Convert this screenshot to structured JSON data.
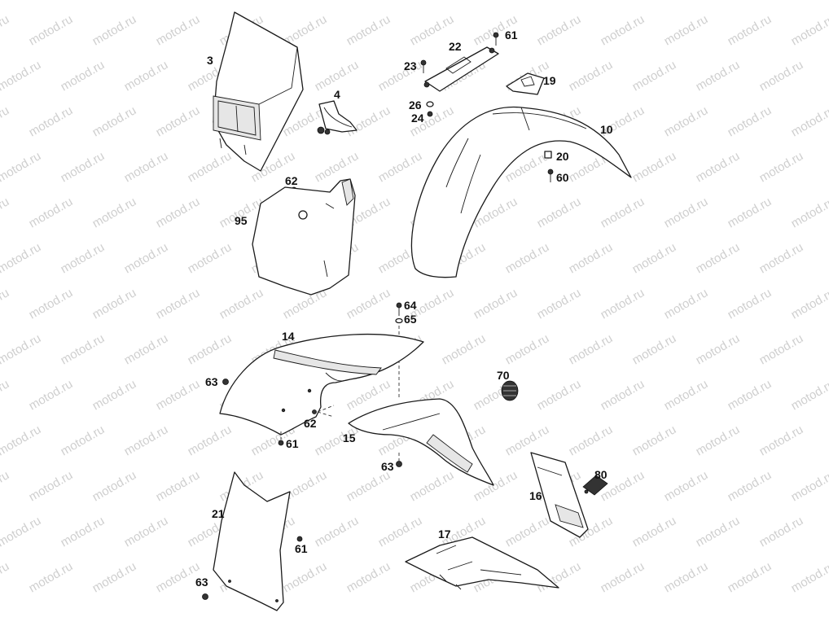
{
  "watermark": "motod.ru",
  "labels": {
    "p3": "3",
    "p4": "4",
    "p22": "22",
    "p61a": "61",
    "p23": "23",
    "p19": "19",
    "p26": "26",
    "p24": "24",
    "p10": "10",
    "p20": "20",
    "p60": "60",
    "p62a": "62",
    "p95": "95",
    "p64": "64",
    "p65": "65",
    "p14": "14",
    "p70": "70",
    "p63a": "63",
    "p62b": "62",
    "p61b": "61",
    "p15": "15",
    "p63b": "63",
    "p80": "80",
    "p16": "16",
    "p21": "21",
    "p61c": "61",
    "p17": "17",
    "p63c": "63"
  }
}
